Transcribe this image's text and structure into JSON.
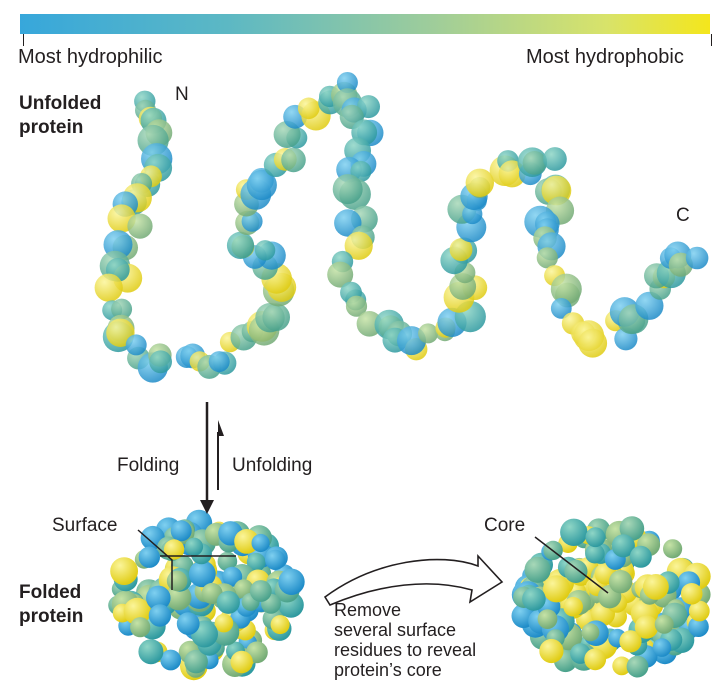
{
  "scale": {
    "left_label": "Most hydrophilic",
    "right_label": "Most hydrophobic",
    "colors": {
      "hydrophilic": "#37a7db",
      "mid": "#9fcd9a",
      "hydrophobic": "#f4e61c"
    }
  },
  "unfolded": {
    "title_line1": "Unfolded",
    "title_line2": "protein",
    "n_terminus": "N",
    "c_terminus": "C"
  },
  "transition": {
    "folding": "Folding",
    "unfolding": "Unfolding"
  },
  "folded": {
    "title_line1": "Folded",
    "title_line2": "protein",
    "surface_label": "Surface",
    "core_label": "Core",
    "note_lines": [
      "Remove",
      "several surface",
      "residues to reveal",
      "protein’s core"
    ]
  }
}
